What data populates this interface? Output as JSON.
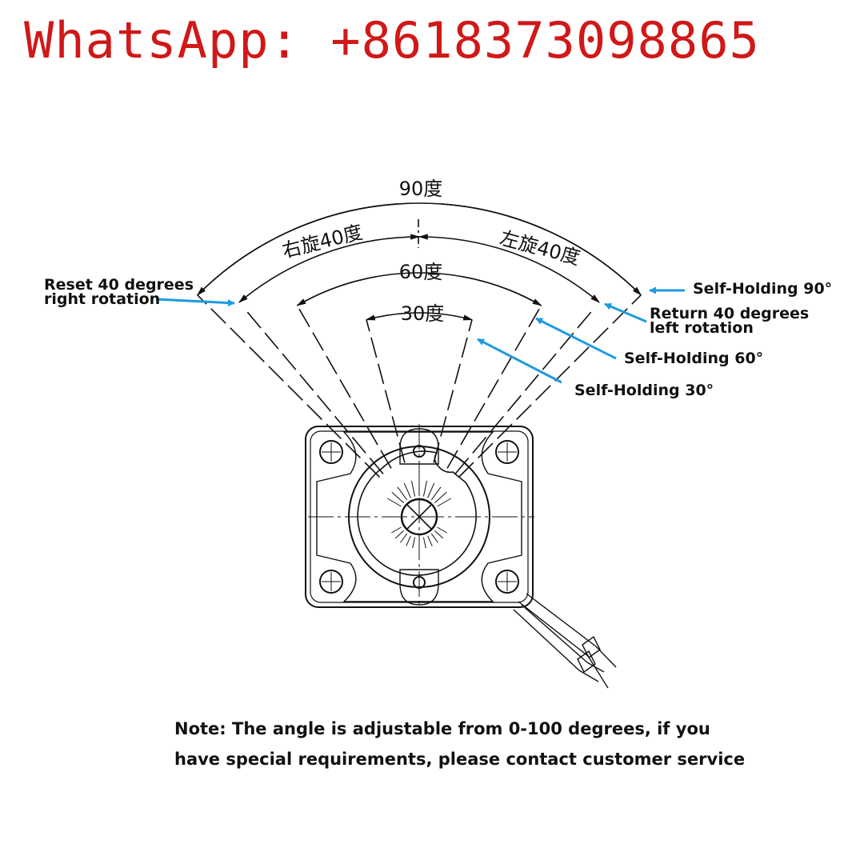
{
  "header": {
    "text": "WhatsApp: +8618373098865",
    "color": "#d01818"
  },
  "diagram": {
    "arc_90_label": "90度",
    "arc_right_label": "右旋40度",
    "arc_left_label": "左旋40度",
    "arc_60_label": "60度",
    "arc_30_label": "30度",
    "callouts": {
      "reset_line1": "Reset 40 degrees",
      "reset_line2": "right rotation",
      "self_holding_90": "Self-Holding 90°",
      "return_line1": "Return 40 degrees",
      "return_line2": "left rotation",
      "self_holding_60": "Self-Holding 60°",
      "self_holding_30": "Self-Holding 30°"
    },
    "arrow_color": "#1e9be0",
    "line_color": "#111111"
  },
  "note": {
    "line1": "Note: The angle is adjustable from 0-100 degrees, if you",
    "line2": "have special requirements, please contact customer service"
  }
}
